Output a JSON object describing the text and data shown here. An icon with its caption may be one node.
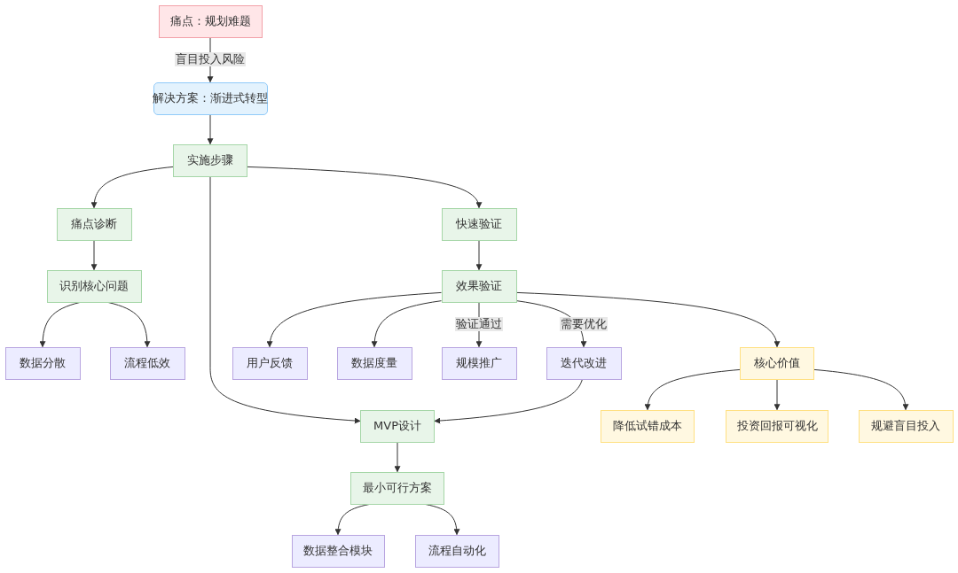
{
  "diagram": {
    "nodes": [
      {
        "text": [
          "痛点：规划难题"
        ]
      },
      {
        "text": [
          "解决方案：渐进式转型"
        ]
      },
      {
        "text": [
          "实施步骤"
        ]
      },
      {
        "text": [
          "痛点诊断"
        ]
      },
      {
        "text": [
          "快速验证"
        ]
      },
      {
        "text": [
          "识别核心问题"
        ]
      },
      {
        "text": [
          "效果验证"
        ]
      },
      {
        "text": [
          "数据分散"
        ]
      },
      {
        "text": [
          "流程低效"
        ]
      },
      {
        "text": [
          "用户反馈"
        ]
      },
      {
        "text": [
          "数据度量"
        ]
      },
      {
        "text": [
          "规模推广"
        ]
      },
      {
        "text": [
          "迭代改进"
        ]
      },
      {
        "text": [
          "核心价值"
        ]
      },
      {
        "text": [
          "MVP设计"
        ]
      },
      {
        "text": [
          "降低试错成本"
        ]
      },
      {
        "text": [
          "投资回报可视化"
        ]
      },
      {
        "text": [
          "规避盲目投入"
        ]
      },
      {
        "text": [
          "最小可行方案"
        ]
      },
      {
        "text": [
          "数据整合模块"
        ]
      },
      {
        "text": [
          "流程自动化"
        ]
      }
    ],
    "edges": [
      {
        "from": 0,
        "to": 1,
        "arrow": "to",
        "label": "盲目投入风险"
      },
      {
        "from": 1,
        "to": 2,
        "arrow": "to"
      },
      {
        "from": 2,
        "to": 3,
        "arrow": "to"
      },
      {
        "from": 2,
        "to": 4,
        "arrow": "to"
      },
      {
        "from": 2,
        "to": 14,
        "arrow": "to"
      },
      {
        "from": 3,
        "to": 5,
        "arrow": "to"
      },
      {
        "from": 4,
        "to": 6,
        "arrow": "to"
      },
      {
        "from": 5,
        "to": 7,
        "arrow": "to"
      },
      {
        "from": 5,
        "to": 8,
        "arrow": "to"
      },
      {
        "from": 6,
        "to": 9,
        "arrow": "to"
      },
      {
        "from": 6,
        "to": 10,
        "arrow": "to"
      },
      {
        "from": 6,
        "to": 11,
        "arrow": "to",
        "label": "验证通过"
      },
      {
        "from": 6,
        "to": 12,
        "arrow": "to",
        "label": "需要优化"
      },
      {
        "from": 6,
        "to": 13,
        "arrow": "to"
      },
      {
        "from": 12,
        "to": 14,
        "arrow": "to"
      },
      {
        "from": 13,
        "to": 15,
        "arrow": "to"
      },
      {
        "from": 13,
        "to": 16,
        "arrow": "to"
      },
      {
        "from": 13,
        "to": 17,
        "arrow": "to"
      },
      {
        "from": 14,
        "to": 18,
        "arrow": "to"
      },
      {
        "from": 18,
        "to": 19,
        "arrow": "to"
      },
      {
        "from": 18,
        "to": 20,
        "arrow": "to"
      }
    ]
  }
}
